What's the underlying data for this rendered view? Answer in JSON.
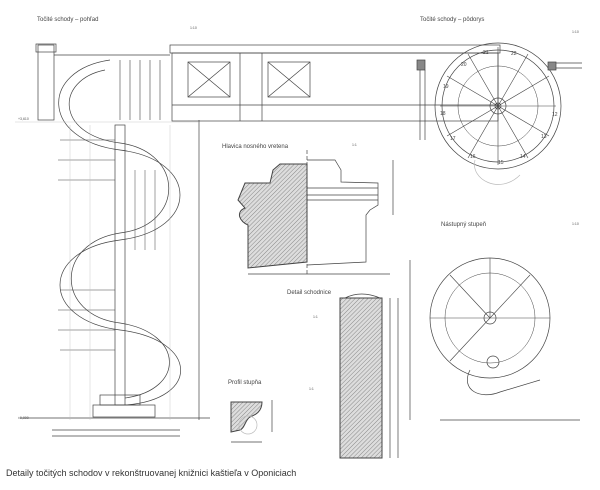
{
  "titles": {
    "elevation": "Točité schody – pohľad",
    "plan": "Točité schody – pôdorys",
    "capital": "Hlavica nosného vretena",
    "stringer": "Detail schodnice",
    "step_profile": "Profil stupňa",
    "first_step": "Nástupný stupeň"
  },
  "scales": {
    "elevation": "1:10",
    "plan": "1:10",
    "capital": "1:1",
    "stringer": "1:1",
    "step_profile": "1:1",
    "first_step": "1:10"
  },
  "levels": {
    "top": "+3,610",
    "bottom": "±0,000"
  },
  "step_numbers": [
    "12",
    "13",
    "14",
    "15",
    "16",
    "17",
    "18",
    "19",
    "20",
    "21",
    "22"
  ],
  "caption": "Detaily točitých schodov v rekonštruovanej knižnici kaštieľa v Oponiciach",
  "colors": {
    "line": "#444444",
    "hatch": "#888888",
    "guide": "#bbbbbb"
  }
}
